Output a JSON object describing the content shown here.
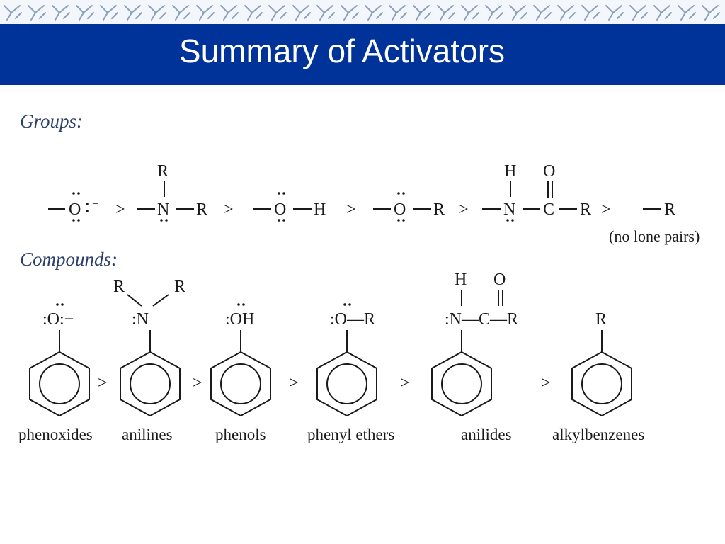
{
  "slide": {
    "title": "Summary of Activators"
  },
  "groups": {
    "label": "Groups:",
    "gt": ">",
    "note": "(no lone pairs)",
    "atoms": {
      "O": "O",
      "N": "N",
      "R": "R",
      "H": "H",
      "C": "C",
      "minus": "−"
    }
  },
  "compounds": {
    "label": "Compounds:",
    "gt": ">",
    "substituents": {
      "phenoxide": ":O:−",
      "aniline_N": ":N",
      "phenol": ":OH",
      "ether": ":O—R",
      "anilide": ":N—C—R",
      "alkyl": "R"
    },
    "names": [
      "phenoxides",
      "anilines",
      "phenols",
      "phenyl ethers",
      "anilides",
      "alkylbenzenes"
    ]
  },
  "colors": {
    "title_band": "#003399",
    "title_text": "#ffffff",
    "section_label": "#2c3e6b"
  }
}
